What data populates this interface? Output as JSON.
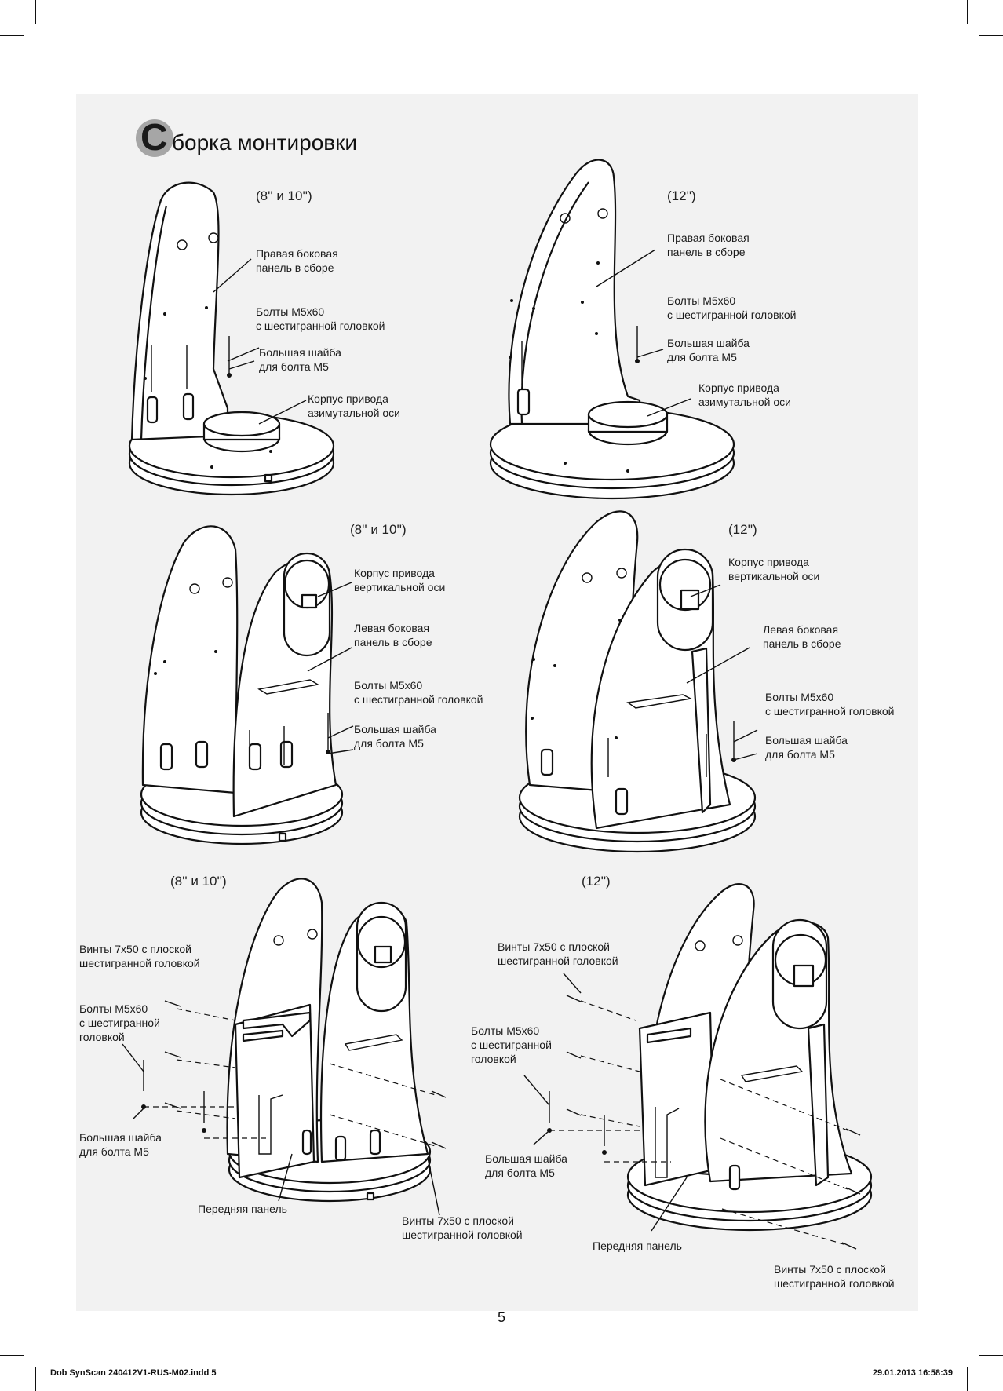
{
  "title": {
    "initial": "С",
    "rest": "борка монтировки"
  },
  "page_number": "5",
  "footer": {
    "left": "Dob SynScan 240412V1-RUS-M02.indd   5",
    "right": "29.01.2013   16:58:39"
  },
  "diagrams": [
    {
      "id": "d1",
      "size_label": "(8'' и 10'')",
      "labels": [
        "Правая боковая\nпанель в сборе",
        "Болты М5x60\nс шестигранной головкой",
        "Большая шайба\nдля болта М5",
        "Корпус привода\nазимутальной оси"
      ]
    },
    {
      "id": "d2",
      "size_label": "(12'')",
      "labels": [
        "Правая боковая\nпанель в сборе",
        "Болты М5x60\nс шестигранной головкой",
        "Большая шайба\nдля болта М5",
        "Корпус привода\nазимутальной оси"
      ]
    },
    {
      "id": "d3",
      "size_label": "(8'' и 10'')",
      "labels": [
        "Корпус привода\nвертикальной оси",
        "Левая боковая\nпанель в сборе",
        "Болты М5x60\nс шестигранной головкой",
        "Большая шайба\nдля болта М5"
      ]
    },
    {
      "id": "d4",
      "size_label": "(12'')",
      "labels": [
        "Корпус привода\nвертикальной оси",
        "Левая боковая\nпанель в сборе",
        "Болты М5x60\nс шестигранной головкой",
        "Большая шайба\nдля болта М5"
      ]
    },
    {
      "id": "d5",
      "size_label": "(8'' и 10'')",
      "labels": [
        "Винты 7x50 с плоской\nшестигранной головкой",
        "Болты М5x60\nс шестигранной\nголовкой",
        "Большая шайба\nдля болта М5",
        "Передняя панель",
        "Винты 7x50 с плоской\nшестигранной головкой"
      ]
    },
    {
      "id": "d6",
      "size_label": "(12'')",
      "labels": [
        "Винты 7x50 с плоской\nшестигранной головкой",
        "Болты М5x60\nс шестигранной\nголовкой",
        "Большая шайба\nдля болта М5",
        "Передняя панель",
        "Винты 7x50 с плоской\nшестигранной головкой"
      ]
    }
  ]
}
